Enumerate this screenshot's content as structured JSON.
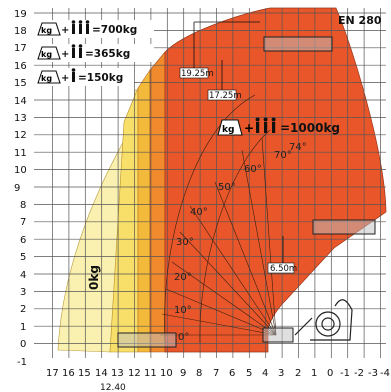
{
  "chart_data": {
    "type": "load-chart",
    "standard": "EN 280",
    "x_axis": {
      "ticks": [
        "17",
        "16",
        "15",
        "14",
        "13",
        "12",
        "11",
        "10",
        "9",
        "8",
        "7",
        "6",
        "5",
        "4",
        "3",
        "2",
        "1",
        "0",
        "-1",
        "-2",
        "-3",
        "-4"
      ],
      "extra_label": "12.40"
    },
    "y_axis": {
      "ticks": [
        "-1",
        "0",
        "1",
        "2",
        "3",
        "4",
        "5",
        "6",
        "7",
        "8",
        "9",
        "10",
        "11",
        "12",
        "13",
        "14",
        "15",
        "16",
        "17",
        "18",
        "19"
      ]
    },
    "capacity_legend": [
      {
        "persons": 3,
        "label": "=700kg"
      },
      {
        "persons": 2,
        "label": "=365kg"
      },
      {
        "persons": 1,
        "label": "=150kg"
      }
    ],
    "zone_labels": {
      "main": "=1000kg",
      "zero": "0kg"
    },
    "boom_angles": [
      "0°",
      "10°",
      "20°",
      "30°",
      "40°",
      "50°",
      "60°",
      "70°",
      "74°"
    ],
    "height_labels": [
      "19.25m",
      "17.25m",
      "6.50m"
    ],
    "colors": {
      "zone_1000kg": "#e8562a",
      "zone_700kg": "#f08a2c",
      "zone_365kg": "#f3b93b",
      "zone_150kg": "#f7df6a",
      "zone_0kg": "#faf0b0",
      "grid": "#555555"
    }
  }
}
